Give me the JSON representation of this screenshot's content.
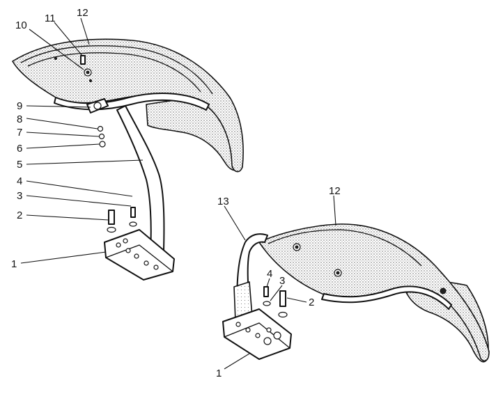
{
  "callouts": {
    "c1a": "1",
    "c2a": "2",
    "c3a": "3",
    "c4a": "4",
    "c5": "5",
    "c6": "6",
    "c7": "7",
    "c8": "8",
    "c9": "9",
    "c10": "10",
    "c11": "11",
    "c12a": "12",
    "c12b": "12",
    "c13": "13",
    "c4b": "4",
    "c3b": "3",
    "c2b": "2",
    "c1b": "1"
  }
}
